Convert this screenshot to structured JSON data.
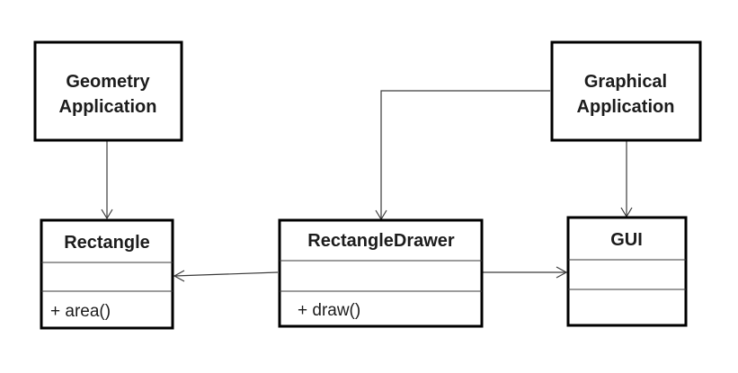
{
  "diagram": {
    "boxes": {
      "geometry_application": {
        "line1": "Geometry",
        "line2": "Application"
      },
      "graphical_application": {
        "line1": "Graphical",
        "line2": "Application"
      },
      "rectangle": {
        "name": "Rectangle",
        "attributes": "",
        "methods": "+ area()"
      },
      "rectangle_drawer": {
        "name": "RectangleDrawer",
        "attributes": "",
        "methods": "+ draw()"
      },
      "gui": {
        "name": "GUI",
        "attributes": "",
        "methods": ""
      }
    },
    "colors": {
      "geometry_fill": "#e3c97a",
      "graphical_fill": "#ccffcc",
      "border": "#000000",
      "connector": "#3a3a3a"
    },
    "relations": [
      {
        "from": "Geometry Application",
        "to": "Rectangle"
      },
      {
        "from": "Graphical Application",
        "to": "RectangleDrawer"
      },
      {
        "from": "Graphical Application",
        "to": "GUI"
      },
      {
        "from": "RectangleDrawer",
        "to": "Rectangle"
      },
      {
        "from": "RectangleDrawer",
        "to": "GUI"
      }
    ]
  }
}
